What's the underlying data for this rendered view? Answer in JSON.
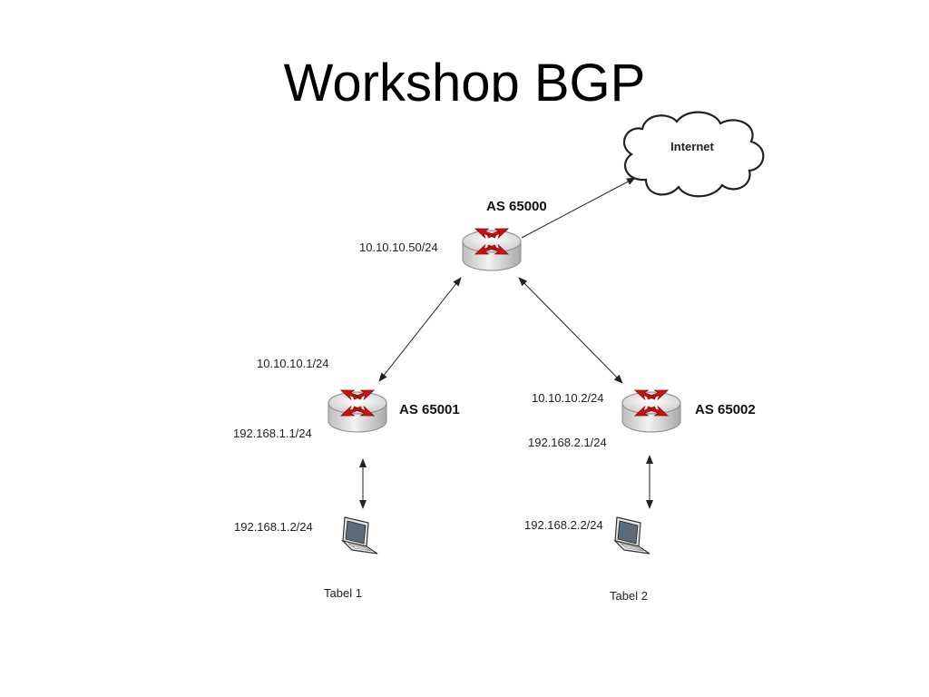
{
  "title": "Workshop BGP",
  "cloud": {
    "label": "Internet"
  },
  "routers": {
    "core": {
      "as_label": "AS 65000",
      "ip": "10.10.10.50/24"
    },
    "left": {
      "as_label": "AS 65001",
      "wan_ip": "10.10.10.1/24",
      "lan_ip": "192.168.1.1/24"
    },
    "right": {
      "as_label": "AS 65002",
      "wan_ip": "10.10.10.2/24",
      "lan_ip": "192.168.2.1/24"
    }
  },
  "hosts": {
    "left": {
      "ip": "192.168.1.2/24",
      "label": "Tabel 1"
    },
    "right": {
      "ip": "192.168.2.2/24",
      "label": "Tabel 2"
    }
  },
  "colors": {
    "router_arrow": "#cc1111",
    "router_body": "#e6e6e6",
    "line": "#222222"
  },
  "icons": {
    "router": "router-icon",
    "laptop": "laptop-icon",
    "cloud": "cloud-icon"
  }
}
